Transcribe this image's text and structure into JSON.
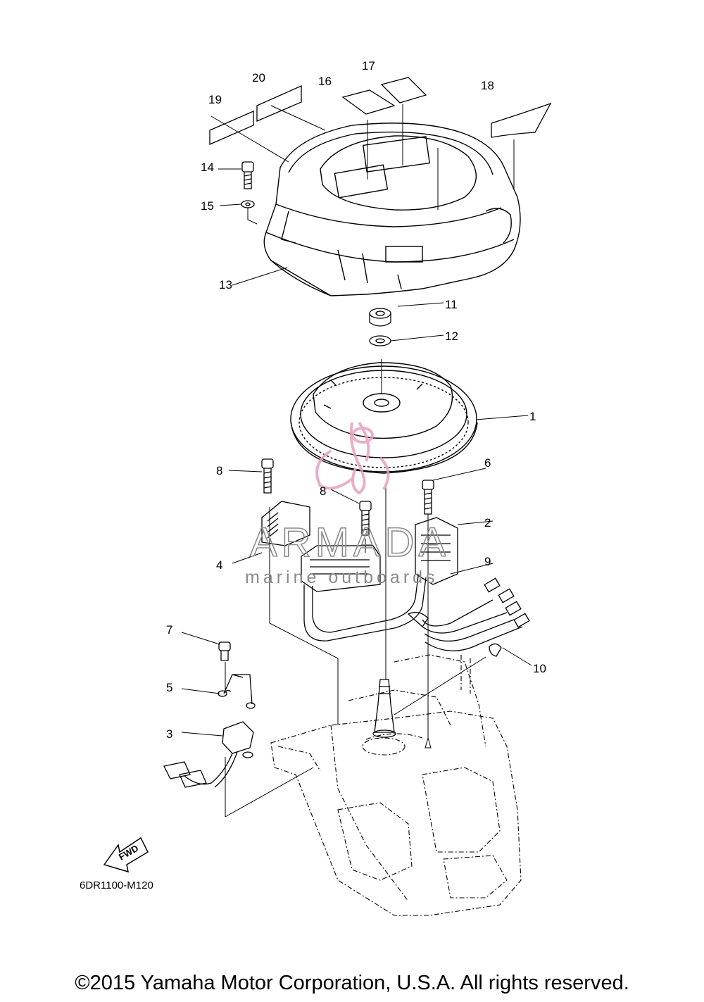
{
  "diagram": {
    "callouts": {
      "c1": "1",
      "c2": "2",
      "c3": "3",
      "c4": "4",
      "c5": "5",
      "c6": "6",
      "c7": "7",
      "c8a": "8",
      "c8b": "8",
      "c9": "9",
      "c10": "10",
      "c11": "11",
      "c12": "12",
      "c13": "13",
      "c14": "14",
      "c15": "15",
      "c16": "16",
      "c17": "17",
      "c18": "18",
      "c19": "19",
      "c20": "20"
    },
    "fwd_label": "FWD",
    "drawing_code": "6DR1100-M120"
  },
  "watermark": {
    "brand": "ARMADA",
    "tagline": "marine outboards",
    "accent_color": "#e8a0c0"
  },
  "footer": {
    "copyright": "©2015 Yamaha Motor Corporation, U.S.A. All rights reserved."
  }
}
